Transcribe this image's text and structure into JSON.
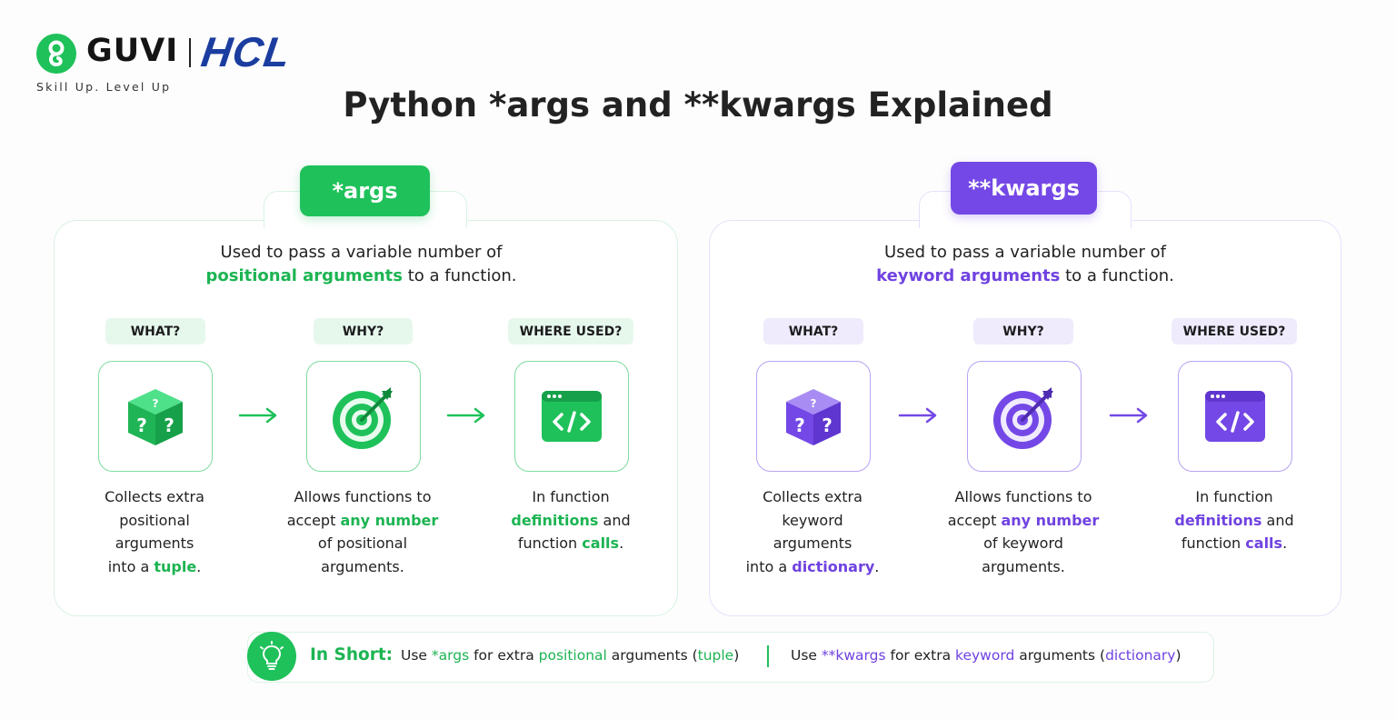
{
  "brand": {
    "name": "GUVI",
    "partner": "HCL",
    "tagline": "Skill Up. Level Up"
  },
  "title": "Python *args and **kwargs Explained",
  "args": {
    "tab": "*args",
    "intro_line1": "Used to pass a variable number of",
    "intro_highlight": "positional arguments",
    "intro_rest": " to a function.",
    "columns": [
      {
        "label": "WHAT?",
        "icon": "question-cube-icon",
        "desc": [
          "Collects extra",
          "positional",
          "arguments"
        ],
        "desc_last_pre": "into a ",
        "desc_last_hl": "tuple",
        "desc_last_post": "."
      },
      {
        "label": "WHY?",
        "icon": "target-icon",
        "line1": "Allows functions to",
        "line2_pre": "accept ",
        "line2_hl": "any number",
        "line3": "of positional",
        "line4": "arguments."
      },
      {
        "label": "WHERE USED?",
        "icon": "code-window-icon",
        "line1": "In function",
        "line2_hl": "definitions",
        "line2_post": " and",
        "line3_pre": "function ",
        "line3_hl": "calls",
        "line3_post": "."
      }
    ]
  },
  "kwargs": {
    "tab": "**kwargs",
    "intro_line1": "Used to pass a variable number of",
    "intro_highlight": "keyword arguments",
    "intro_rest": " to a function.",
    "columns": [
      {
        "label": "WHAT?",
        "icon": "question-cube-icon",
        "desc": [
          "Collects extra",
          "keyword",
          "arguments"
        ],
        "desc_last_pre": "into a ",
        "desc_last_hl": "dictionary",
        "desc_last_post": "."
      },
      {
        "label": "WHY?",
        "icon": "target-icon",
        "line1": "Allows functions to",
        "line2_pre": "accept ",
        "line2_hl": "any number",
        "line3": "of keyword",
        "line4": "arguments."
      },
      {
        "label": "WHERE USED?",
        "icon": "code-window-icon",
        "line1": "In function",
        "line2_hl": "definitions",
        "line2_post": " and",
        "line3_pre": "function ",
        "line3_hl": "calls",
        "line3_post": "."
      }
    ]
  },
  "summary": {
    "icon": "lightbulb-icon",
    "label": "In Short:",
    "left": {
      "use": "Use ",
      "kw": "*args",
      "mid": " for extra ",
      "hl": "positional",
      "post": " arguments (",
      "type": "tuple",
      "end": ")"
    },
    "right": {
      "use": "Use ",
      "kw": "**kwargs",
      "mid": " for extra ",
      "hl": "keyword",
      "post": " arguments (",
      "type": "dictionary",
      "end": ")"
    }
  },
  "colors": {
    "green": "#1fc15a",
    "purple": "#7448e6",
    "hcl_blue": "#1b3da0"
  }
}
